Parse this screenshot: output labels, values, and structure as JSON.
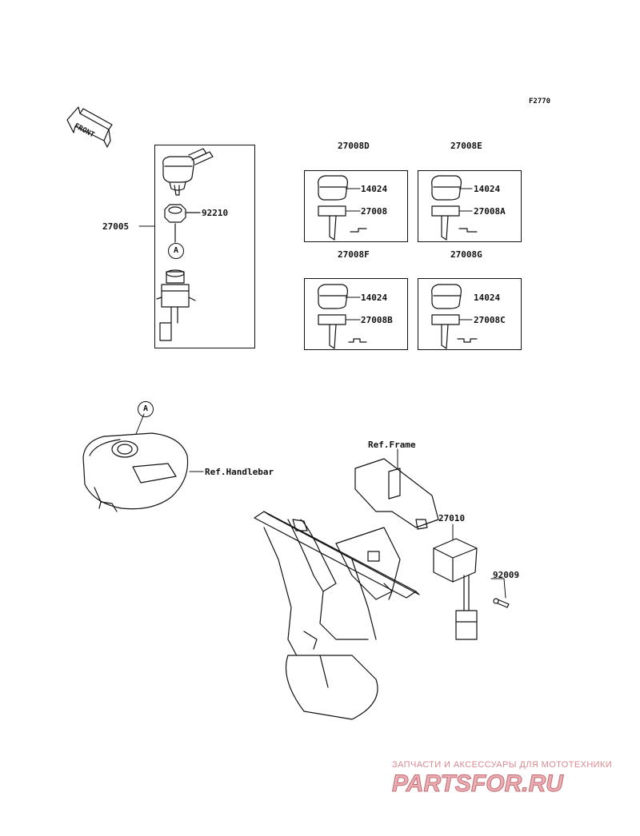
{
  "figure_code": "F2770",
  "front_label": "FRONT",
  "callout_letter": "A",
  "assembly": {
    "part": "27005"
  },
  "parts": {
    "p92210": "92210",
    "p27010": "27010",
    "p92009": "92009"
  },
  "key_sets": [
    {
      "code": "27008D",
      "top": "14024",
      "bottom": "27008"
    },
    {
      "code": "27008E",
      "top": "14024",
      "bottom": "27008A"
    },
    {
      "code": "27008F",
      "top": "14024",
      "bottom": "27008B"
    },
    {
      "code": "27008G",
      "top": "14024",
      "bottom": "27008C"
    }
  ],
  "references": {
    "handlebar": "Ref.Handlebar",
    "frame": "Ref.Frame"
  },
  "watermark": {
    "text": "ЗАПЧАСТИ И АКСЕССУАРЫ ДЛЯ МОТОТЕХНИКИ",
    "logo": "PARTSFOR.RU",
    "color": "#d98a90"
  }
}
